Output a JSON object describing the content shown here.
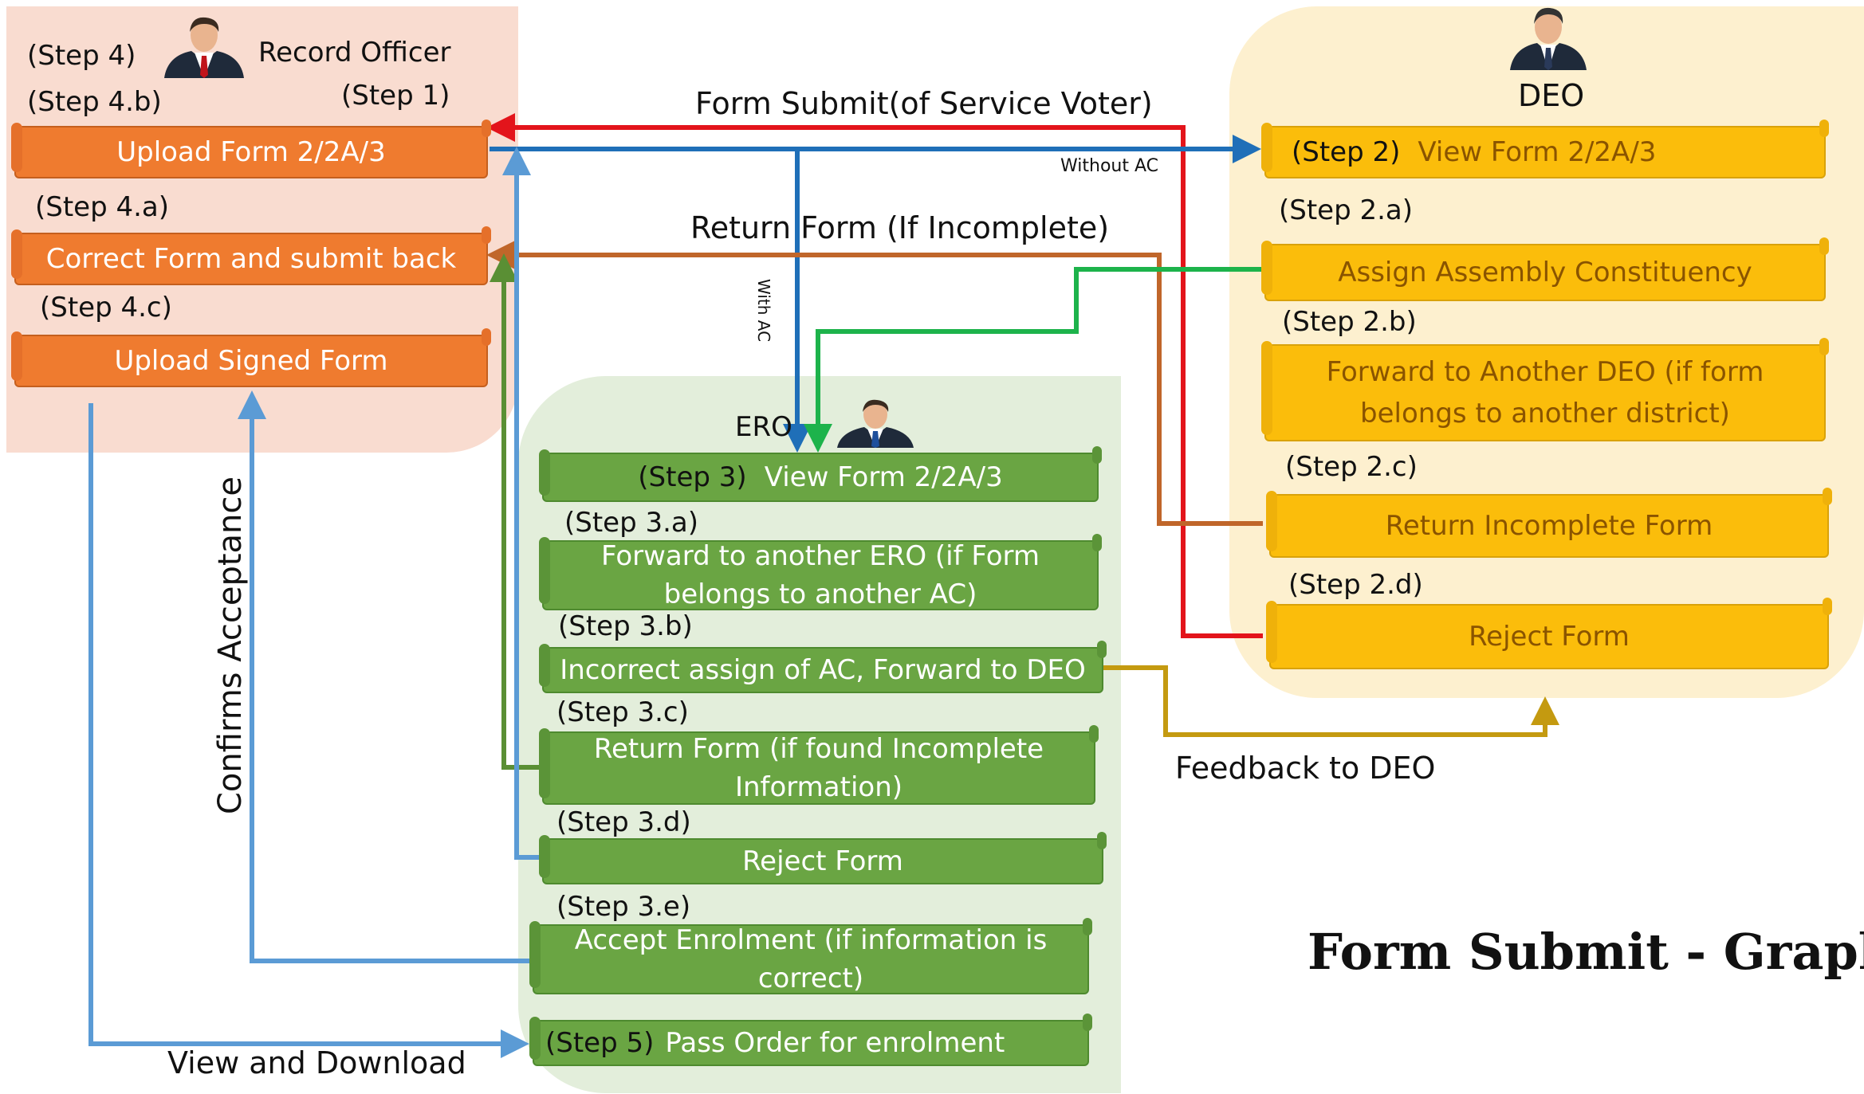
{
  "title": "Form Submit -  Graphic",
  "actors": {
    "record_officer": "Record Officer",
    "deo": "DEO",
    "ero": "ERO"
  },
  "record_officer": {
    "step4": "(Step 4)",
    "step4b": "(Step 4.b)",
    "step1": "(Step 1)",
    "step4a": "(Step 4.a)",
    "step4c": "(Step 4.c)",
    "upload_form": "Upload Form 2/2A/3",
    "correct_form": "Correct Form and submit back",
    "upload_signed": "Upload Signed Form"
  },
  "deo": {
    "step2": "(Step 2)",
    "view_form": "View Form 2/2A/3",
    "step2a": "(Step 2.a)",
    "assign_ac": "Assign Assembly Constituency",
    "step2b": "(Step 2.b)",
    "forward_deo_1": "Forward to Another DEO (if form",
    "forward_deo_2": "belongs to another district)",
    "step2c": "(Step 2.c)",
    "return_incomplete": "Return Incomplete Form",
    "step2d": "(Step 2.d)",
    "reject": "Reject Form"
  },
  "ero": {
    "step3": "(Step 3)",
    "view_form": "View Form 2/2A/3",
    "step3a": "(Step 3.a)",
    "forward_ero_1": "Forward to another ERO (if Form",
    "forward_ero_2": "belongs to another AC)",
    "step3b": "(Step 3.b)",
    "incorrect_ac": "Incorrect assign of AC, Forward to DEO",
    "step3c": "(Step 3.c)",
    "return_form_1": "Return Form (if found Incomplete",
    "return_form_2": "Information)",
    "step3d": "(Step 3.d)",
    "reject": "Reject Form",
    "step3e": "(Step 3.e)",
    "accept_1": "Accept Enrolment (if information is",
    "accept_2": "correct)",
    "step5": "(Step 5)",
    "pass_order": "Pass Order for enrolment"
  },
  "flows": {
    "form_submit": "Form Submit(of Service Voter)",
    "without_ac": "Without AC",
    "with_ac": "With AC",
    "return_form": "Return Form (If Incomplete)",
    "feedback": "Feedback to DEO",
    "confirms": "Confirms Acceptance",
    "view_download": "View and Download"
  },
  "colors": {
    "orange": "#ef7b2f",
    "green": "#6aa543",
    "yellow": "#fbbd0b",
    "red_line": "#e3141b",
    "blue_line": "#1f6fb8",
    "light_blue_line": "#5b9bd5",
    "brown_line": "#c0662a",
    "green_line": "#1db34b",
    "gold_line": "#c49a10"
  }
}
